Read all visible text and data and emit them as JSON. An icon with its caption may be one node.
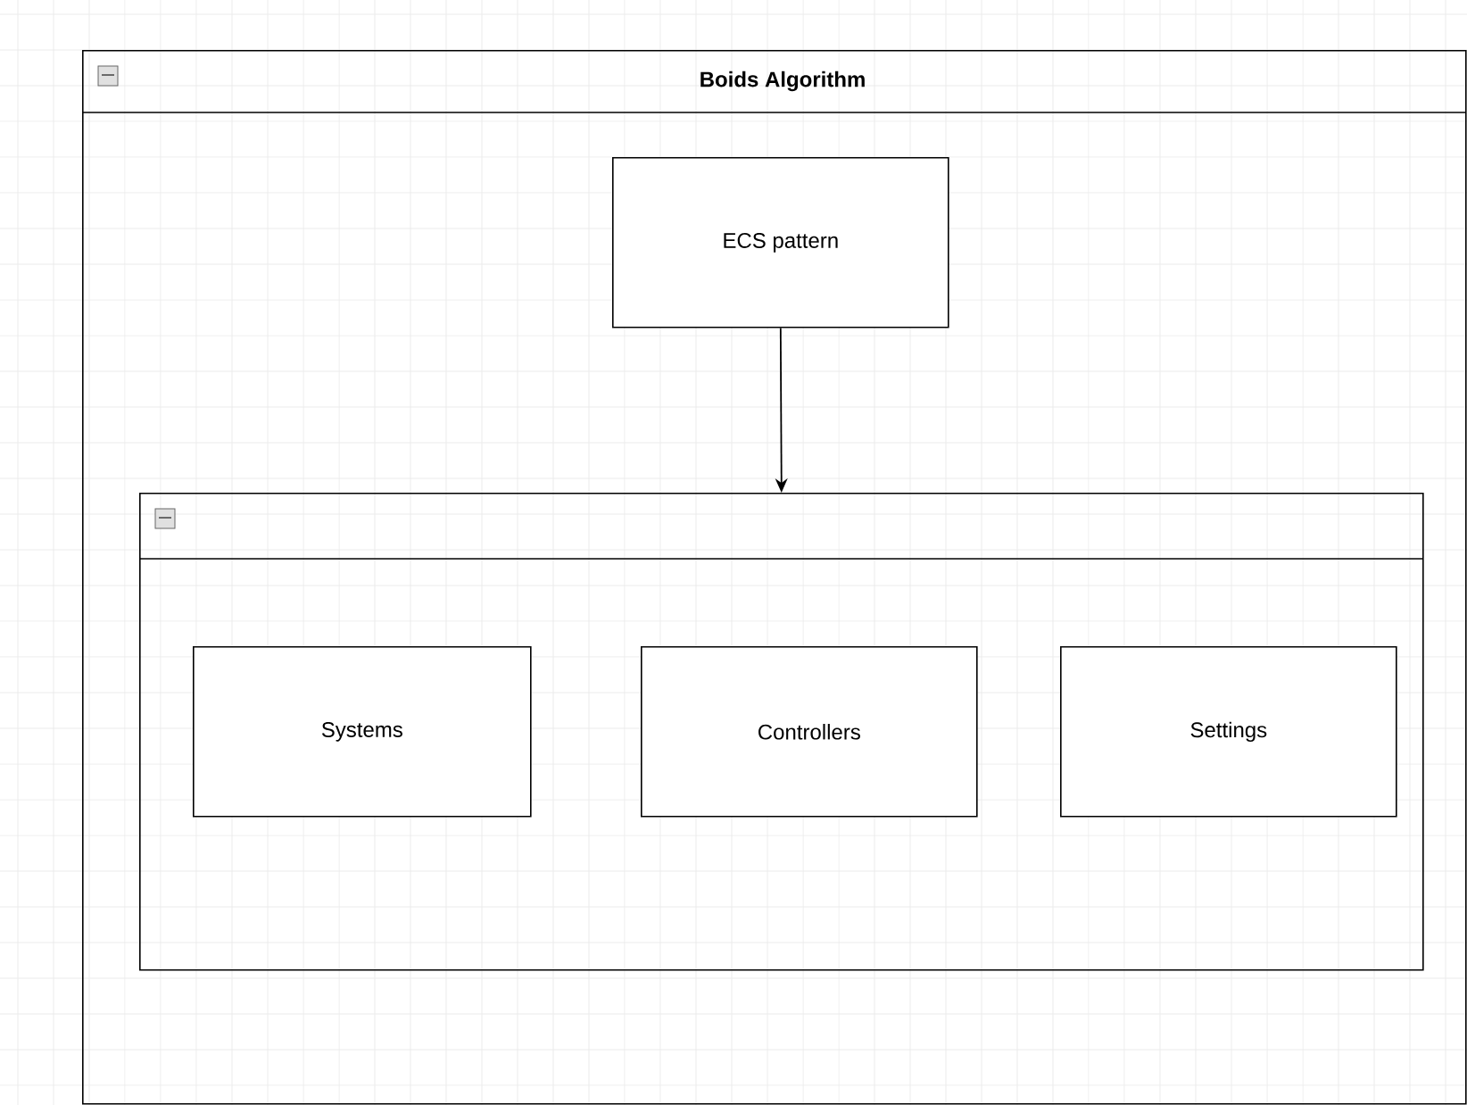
{
  "diagram": {
    "title": "Boids Algorithm",
    "nodes": [
      {
        "text": [],
        "shape": "box"
      },
      {
        "text": [
          "ECS pattern"
        ],
        "in": 0
      },
      {
        "text": [],
        "shape": "box",
        "in": 0
      },
      {
        "text": [
          "Systems"
        ],
        "in": 2
      },
      {
        "text": [
          "Controllers"
        ],
        "in": 2
      },
      {
        "text": [
          "Settings"
        ],
        "in": 2
      }
    ],
    "edges": [
      {
        "from": 1,
        "to": 2,
        "arrow": "to"
      }
    ]
  }
}
